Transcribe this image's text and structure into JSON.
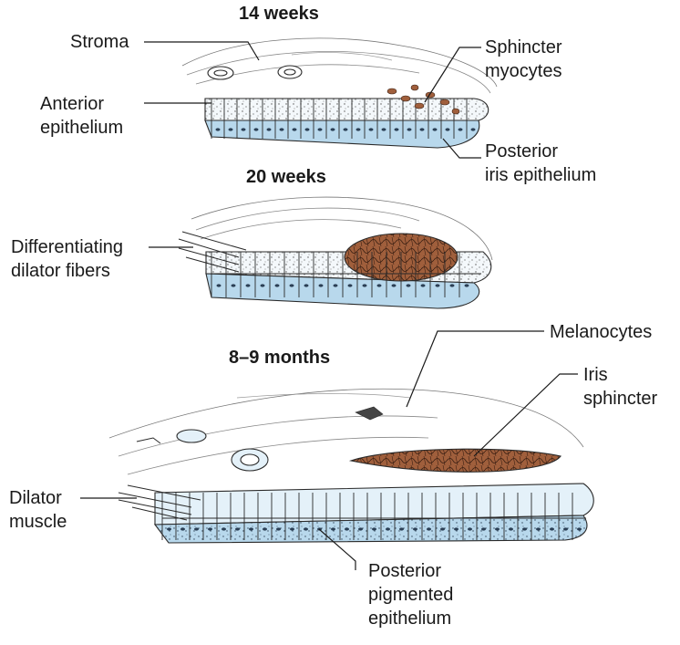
{
  "titles": {
    "stage1": "14 weeks",
    "stage2": "20 weeks",
    "stage3": "8–9 months"
  },
  "labels": {
    "stroma": "Stroma",
    "anterior_epithelium": [
      "Anterior",
      "epithelium"
    ],
    "sphincter_myocytes": [
      "Sphincter",
      "myocytes"
    ],
    "posterior_iris_epithelium": [
      "Posterior",
      "iris epithelium"
    ],
    "differentiating_dilator": [
      "Differentiating",
      "dilator fibers"
    ],
    "melanocytes": "Melanocytes",
    "iris_sphincter": [
      "Iris",
      "sphincter"
    ],
    "dilator_muscle": [
      "Dilator",
      "muscle"
    ],
    "posterior_pigmented": [
      "Posterior",
      "pigmented",
      "epithelium"
    ]
  },
  "colors": {
    "epithelium_blue": "#b8d8ec",
    "pale_blue": "#e4f1f9",
    "muscle_brown": "#9a5a3a",
    "outline": "#2a2a2a"
  }
}
